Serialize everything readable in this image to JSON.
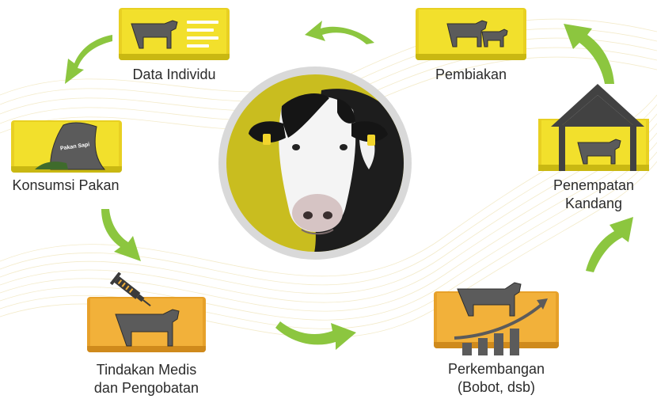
{
  "steps": {
    "data_individu": "Data Individu",
    "pembiakan": "Pembiakan",
    "konsumsi_pakan": "Konsumsi Pakan",
    "penempatan_kandang_1": "Penempatan",
    "penempatan_kandang_2": "Kandang",
    "tindakan_medis_1": "Tindakan Medis",
    "tindakan_medis_2": "dan Pengobatan",
    "perkembangan_1": "Perkembangan",
    "perkembangan_2": "(Bobot, dsb)"
  },
  "sack_text": "Pakan Sapi",
  "colors": {
    "card_yellow": "#f2e02c",
    "card_orange": "#f2b13a",
    "card_border": "#e8d022",
    "arrow_green": "#8cc63f",
    "cow_gray": "#5b5b5b",
    "center_disc": "#c9bd1f",
    "center_ring": "#d9d9d9"
  }
}
